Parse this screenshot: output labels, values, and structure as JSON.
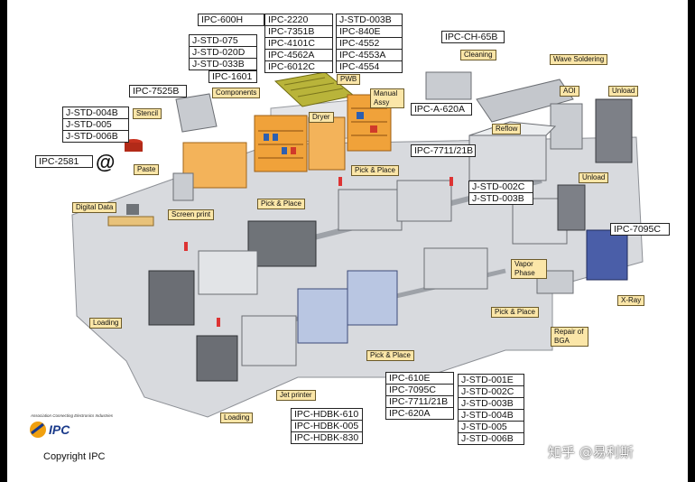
{
  "boxes": {
    "ipc600h": [
      "IPC-600H"
    ],
    "col2220": [
      "IPC-2220",
      "IPC-7351B",
      "IPC-4101C",
      "IPC-4562A",
      "IPC-6012C"
    ],
    "jstd003b": [
      "J-STD-003B",
      "IPC-840E",
      "IPC-4552",
      "IPC-4553A",
      "IPC-4554"
    ],
    "jstd075": [
      "J-STD-075",
      "J-STD-020D",
      "J-STD-033B"
    ],
    "ipc1601": [
      "IPC-1601"
    ],
    "ipcch65b": [
      "IPC-CH-65B"
    ],
    "ipc7525b": [
      "IPC-7525B"
    ],
    "jstd004b": [
      "J-STD-004B",
      "J-STD-005",
      "J-STD-006B"
    ],
    "ipc2581": [
      "IPC-2581"
    ],
    "ipca620a": [
      "IPC-A-620A"
    ],
    "ipc7711": [
      "IPC-7711/21B"
    ],
    "jstd002c": [
      "J-STD-002C",
      "J-STD-003B"
    ],
    "ipc7095c": [
      "IPC-7095C"
    ],
    "ipc610e": [
      "IPC-610E",
      "IPC-7095C",
      "IPC-7711/21B",
      "IPC-620A"
    ],
    "jstd001e": [
      "J-STD-001E",
      "J-STD-002C",
      "J-STD-003B",
      "J-STD-004B",
      "J-STD-005",
      "J-STD-006B"
    ],
    "hdbk": [
      "IPC-HDBK-610",
      "IPC-HDBK-005",
      "IPC-HDBK-830"
    ]
  },
  "labels": {
    "components": "Components",
    "pwb": "PWB",
    "manual_assy": "Manual Assy",
    "cleaning": "Cleaning",
    "wave_soldering": "Wave Soldering",
    "aoi": "AOI",
    "unload_top": "Unload",
    "stencil": "Stencil",
    "dryer": "Dryer",
    "reflow": "Reflow",
    "paste": "Paste",
    "pick_place_1": "Pick & Place",
    "pick_place_2": "Pick & Place",
    "unload_mid": "Unload",
    "digital_data": "Digital Data",
    "screen_print": "Screen print",
    "vapor_phase": "Vapor Phase",
    "pick_place_3": "Pick & Place",
    "xray": "X-Ray",
    "loading_1": "Loading",
    "repair_bga": "Repair of BGA",
    "pick_place_4": "Pick & Place",
    "jet_printer": "Jet printer",
    "loading_2": "Loading"
  },
  "at_symbol": "@",
  "logo": {
    "tagline": "Association Connecting Electronics Industries",
    "name": "IPC"
  },
  "copyright": "Copyright IPC",
  "watermark": "知乎 @易利斯",
  "colors": {
    "label_fill": "#fbe6a8",
    "machine_grey": "#c9ccd1",
    "shelf_orange": "#f0a23a",
    "floor": "#d6d8dc"
  }
}
